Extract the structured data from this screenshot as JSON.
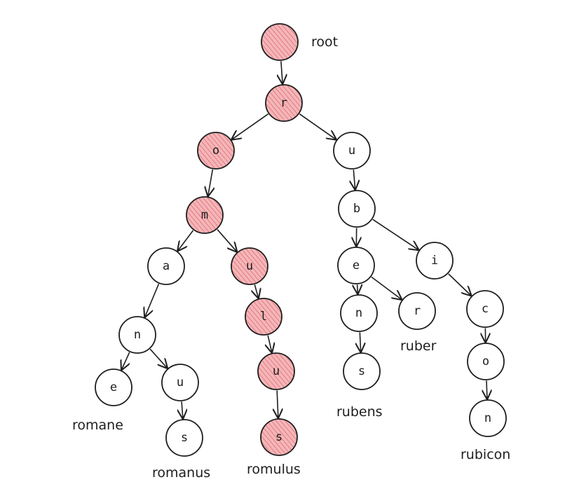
{
  "diagram": {
    "highlight_color": "#f4b6b9",
    "highlight_hatch": "#e06d73",
    "plain_color": "#ffffff",
    "nodes": [
      {
        "id": "root",
        "letter": "",
        "highlighted": true
      },
      {
        "id": "r",
        "letter": "r",
        "highlighted": true
      },
      {
        "id": "o",
        "letter": "o",
        "highlighted": true
      },
      {
        "id": "m",
        "letter": "m",
        "highlighted": true
      },
      {
        "id": "a",
        "letter": "a",
        "highlighted": false
      },
      {
        "id": "n1",
        "letter": "n",
        "highlighted": false
      },
      {
        "id": "e1",
        "letter": "e",
        "highlighted": false
      },
      {
        "id": "u1",
        "letter": "u",
        "highlighted": false
      },
      {
        "id": "s1",
        "letter": "s",
        "highlighted": false
      },
      {
        "id": "u2",
        "letter": "u",
        "highlighted": true
      },
      {
        "id": "l",
        "letter": "l",
        "highlighted": true
      },
      {
        "id": "u3",
        "letter": "u",
        "highlighted": true
      },
      {
        "id": "s2",
        "letter": "s",
        "highlighted": true
      },
      {
        "id": "u4",
        "letter": "u",
        "highlighted": false
      },
      {
        "id": "b",
        "letter": "b",
        "highlighted": false
      },
      {
        "id": "e2",
        "letter": "e",
        "highlighted": false
      },
      {
        "id": "n2",
        "letter": "n",
        "highlighted": false
      },
      {
        "id": "s3",
        "letter": "s",
        "highlighted": false
      },
      {
        "id": "r2",
        "letter": "r",
        "highlighted": false
      },
      {
        "id": "i",
        "letter": "i",
        "highlighted": false
      },
      {
        "id": "c",
        "letter": "c",
        "highlighted": false
      },
      {
        "id": "o2",
        "letter": "o",
        "highlighted": false
      },
      {
        "id": "n3",
        "letter": "n",
        "highlighted": false
      }
    ],
    "edges": [
      [
        "root",
        "r"
      ],
      [
        "r",
        "o"
      ],
      [
        "r",
        "u4"
      ],
      [
        "o",
        "m"
      ],
      [
        "m",
        "a"
      ],
      [
        "m",
        "u2"
      ],
      [
        "a",
        "n1"
      ],
      [
        "n1",
        "e1"
      ],
      [
        "n1",
        "u1"
      ],
      [
        "u1",
        "s1"
      ],
      [
        "u2",
        "l"
      ],
      [
        "l",
        "u3"
      ],
      [
        "u3",
        "s2"
      ],
      [
        "u4",
        "b"
      ],
      [
        "b",
        "e2"
      ],
      [
        "b",
        "i"
      ],
      [
        "e2",
        "n2"
      ],
      [
        "e2",
        "r2"
      ],
      [
        "n2",
        "s3"
      ],
      [
        "i",
        "c"
      ],
      [
        "c",
        "o2"
      ],
      [
        "o2",
        "n3"
      ]
    ],
    "labels": {
      "root": "root",
      "romane": "romane",
      "romanus": "romanus",
      "romulus": "romulus",
      "rubens": "rubens",
      "ruber": "ruber",
      "rubicon": "rubicon"
    }
  }
}
